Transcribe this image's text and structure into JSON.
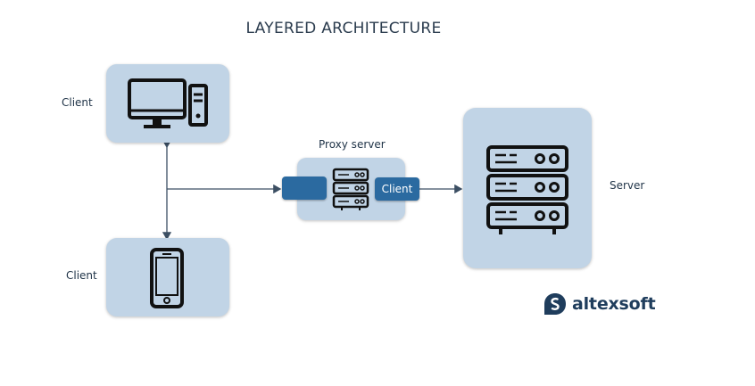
{
  "title": "LAYERED ARCHITECTURE",
  "nodes": {
    "desktop_client": {
      "label": "Client",
      "icon": "desktop-computer-icon"
    },
    "mobile_client": {
      "label": "Client",
      "icon": "smartphone-icon"
    },
    "proxy": {
      "label": "Proxy server",
      "icon": "server-rack-icon",
      "port_out_label": "Client"
    },
    "server": {
      "label": "Server",
      "icon": "server-rack-icon"
    }
  },
  "logo": {
    "text": "altexsoft"
  },
  "colors": {
    "box": "#c1d4e6",
    "port": "#2b6aa0",
    "ink": "#1f3347"
  }
}
